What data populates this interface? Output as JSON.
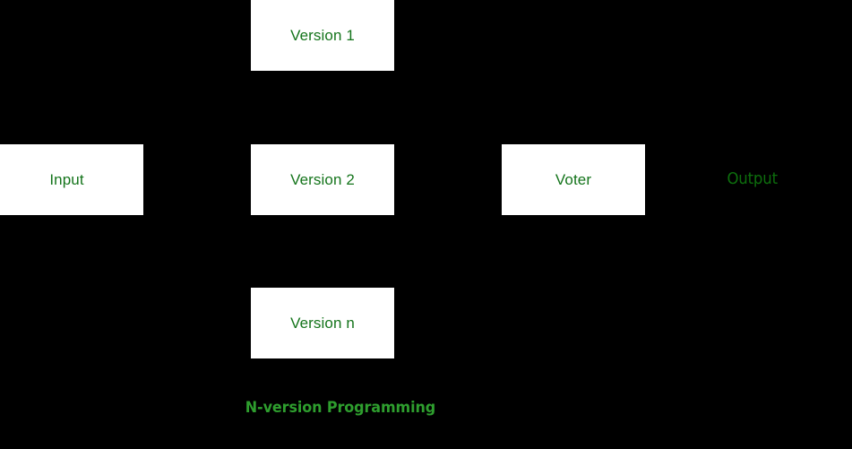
{
  "diagram": {
    "title": "N-version Programming",
    "background_color": "#000000",
    "box_fill_color": "#ffffff",
    "box_text_color": "#14741b",
    "output_text_color": "#0d6e0d",
    "caption_text_color": "#2e9e2e",
    "nodes": [
      {
        "id": "version-1",
        "label": "Version 1"
      },
      {
        "id": "input",
        "label": "Input"
      },
      {
        "id": "version-2",
        "label": "Version 2"
      },
      {
        "id": "voter",
        "label": "Voter"
      },
      {
        "id": "version-n",
        "label": "Version n"
      }
    ],
    "labels": [
      {
        "id": "output",
        "label": "Output"
      },
      {
        "id": "caption",
        "label": "N-version Programming"
      }
    ]
  }
}
